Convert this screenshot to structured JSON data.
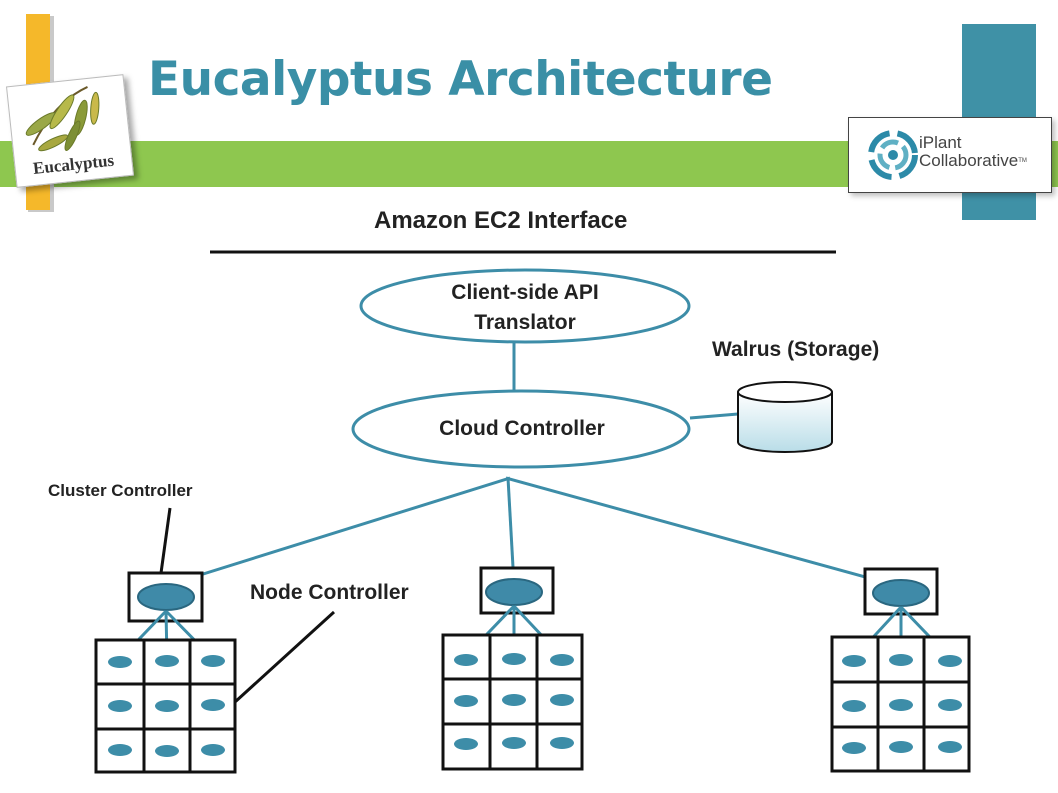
{
  "slide": {
    "title": "Eucalyptus Architecture"
  },
  "logos": {
    "eucalyptus_word": "Eucalyptus",
    "iplant_line1": "iPlant",
    "iplant_line2": "Collaborative",
    "iplant_tm": "TM"
  },
  "diagram": {
    "interface_label": "Amazon EC2 Interface",
    "api_translator_line1": "Client-side API",
    "api_translator_line2": "Translator",
    "cloud_controller": "Cloud Controller",
    "walrus": "Walrus (Storage)",
    "cluster_controller": "Cluster Controller",
    "node_controller": "Node Controller"
  },
  "colors": {
    "title": "#3a8fa6",
    "green_band": "#8ec74f",
    "yellow_bar": "#f5b82a",
    "teal_bar": "#3f91a6",
    "line": "#3d8da8",
    "node": "#3d8da8",
    "cluster_fill": "#3f8aa8",
    "storage_fill": "#d9eef4"
  }
}
